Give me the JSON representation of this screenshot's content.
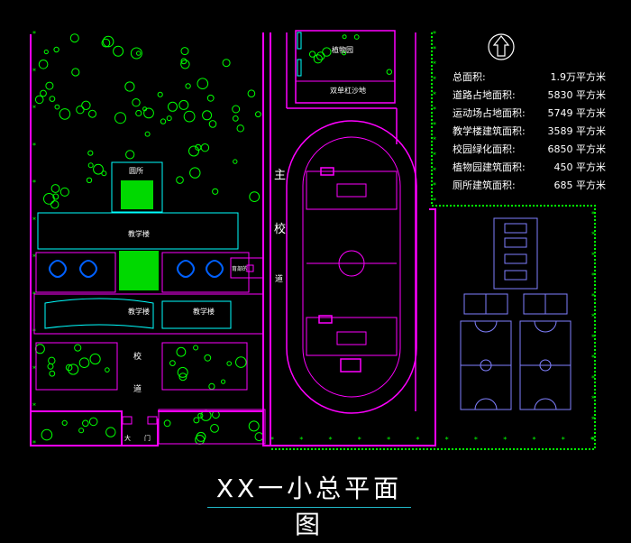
{
  "labels": {
    "canteen": "圆所",
    "teaching_building_top": "教学楼",
    "teaching_building_left": "教学楼",
    "teaching_building_right": "教学楼",
    "side_building": "育部的",
    "botanical_garden": "植物园",
    "sand_pit": "双单杠沙地",
    "main_road_1": "主",
    "main_road_2": "校",
    "main_road_3": "道",
    "campus_road_1": "校",
    "campus_road_2": "道",
    "gate_1": "大",
    "gate_2": "门"
  },
  "stats": [
    {
      "name": "总面积:",
      "value": "1.9万平方米"
    },
    {
      "name": "道路占地面积:",
      "value": "5830 平方米"
    },
    {
      "name": "运动场占地面积:",
      "value": "5749 平方米"
    },
    {
      "name": "教学楼建筑面积:",
      "value": "3589 平方米"
    },
    {
      "name": "校园绿化面积:",
      "value": "6850 平方米"
    },
    {
      "name": "植物园建筑面积:",
      "value": "450 平方米"
    },
    {
      "name": "厕所建筑面积:",
      "value": "685 平方米"
    }
  ],
  "title": "XX一小总平面图",
  "colors": {
    "background": "#000000",
    "walls": "#ff00ff",
    "buildings": "#00ffff",
    "greenery": "#00ff00",
    "courts": "#8080ff",
    "text": "#ffffff"
  },
  "compass_icon": "north-arrow-icon"
}
